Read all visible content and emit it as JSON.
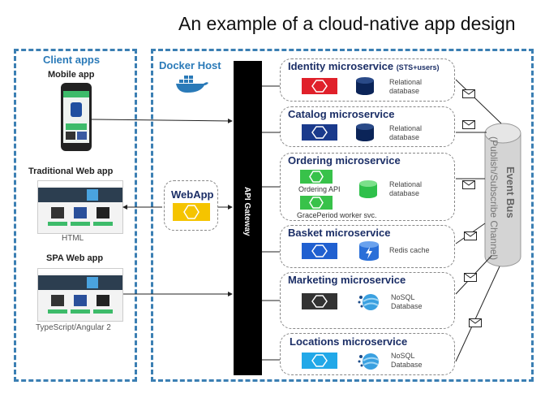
{
  "title": "An example of a cloud-native app design",
  "client": {
    "header": "Client apps",
    "mobile_label": "Mobile app",
    "traditional_label": "Traditional Web app",
    "traditional_sub": "HTML",
    "spa_label": "SPA Web app",
    "spa_sub": "TypeScript/Angular 2"
  },
  "docker_host": "Docker Host",
  "webapp": "WebApp",
  "gateway": "API Gateway",
  "event_bus": {
    "title": "Event Bus",
    "subtitle": "(Publish/Subscribe Channel)"
  },
  "microservices": [
    {
      "title": "Identity microservice",
      "title_suffix": "(STS+users)",
      "db": "Relational database",
      "color": "#e0202a"
    },
    {
      "title": "Catalog microservice",
      "db": "Relational database",
      "color": "#1a3a8c"
    },
    {
      "title": "Ordering microservice",
      "db": "Relational database",
      "color": "#38c24a",
      "sub1": "Ordering API",
      "sub2": "GracePeriod worker svc."
    },
    {
      "title": "Basket microservice",
      "db": "Redis cache",
      "color": "#2060d0"
    },
    {
      "title": "Marketing microservice",
      "db": "NoSQL Database",
      "color": "#333333"
    },
    {
      "title": "Locations microservice",
      "db": "NoSQL Database",
      "color": "#22a8e8"
    }
  ],
  "colors": {
    "frame": "#3b7fb3",
    "webapp": "#f5c400",
    "db_dark": "#0b2458",
    "db_green": "#2ec04a",
    "db_blue": "#2a6fd8"
  }
}
